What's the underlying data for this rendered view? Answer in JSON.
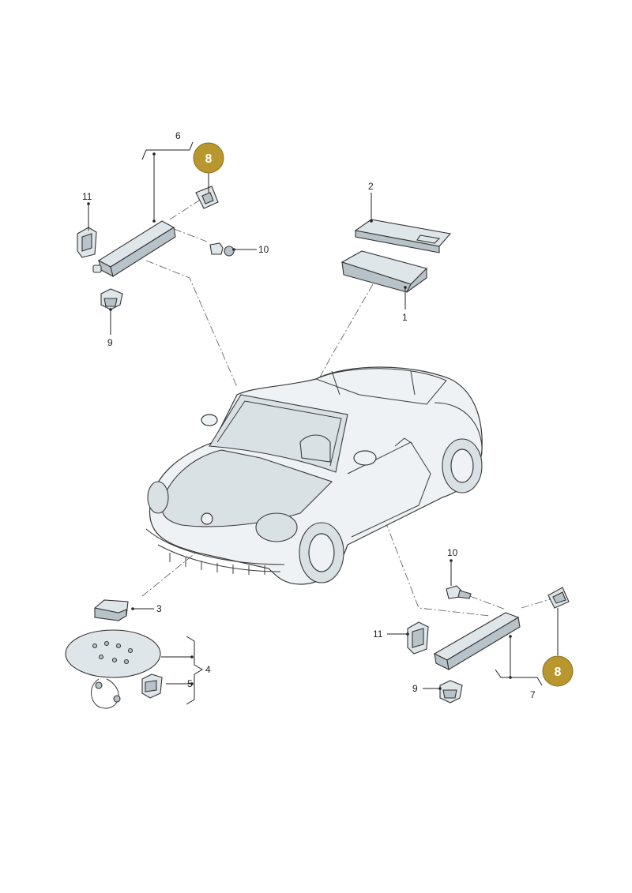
{
  "callouts": {
    "label_1": "1",
    "label_2": "2",
    "label_3": "3",
    "label_4": "4",
    "label_5": "5",
    "label_6": "6",
    "label_7": "7",
    "label_9_left": "9",
    "label_9_right": "9",
    "label_10_top": "10",
    "label_10_right": "10",
    "label_11_left": "11",
    "label_11_right": "11"
  },
  "badges": {
    "badge_top": "8",
    "badge_bottom": "8",
    "badge_color": "#b8972e"
  }
}
